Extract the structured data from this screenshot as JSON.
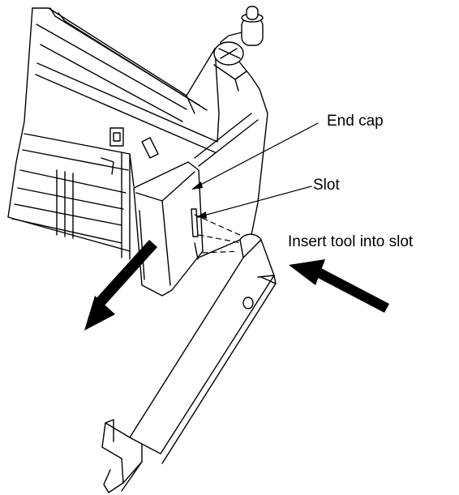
{
  "labels": {
    "end_cap": "End cap",
    "slot": "Slot",
    "insert_tool": "Insert tool into slot"
  },
  "colors": {
    "line": "#000000",
    "fill": "#ffffff"
  }
}
